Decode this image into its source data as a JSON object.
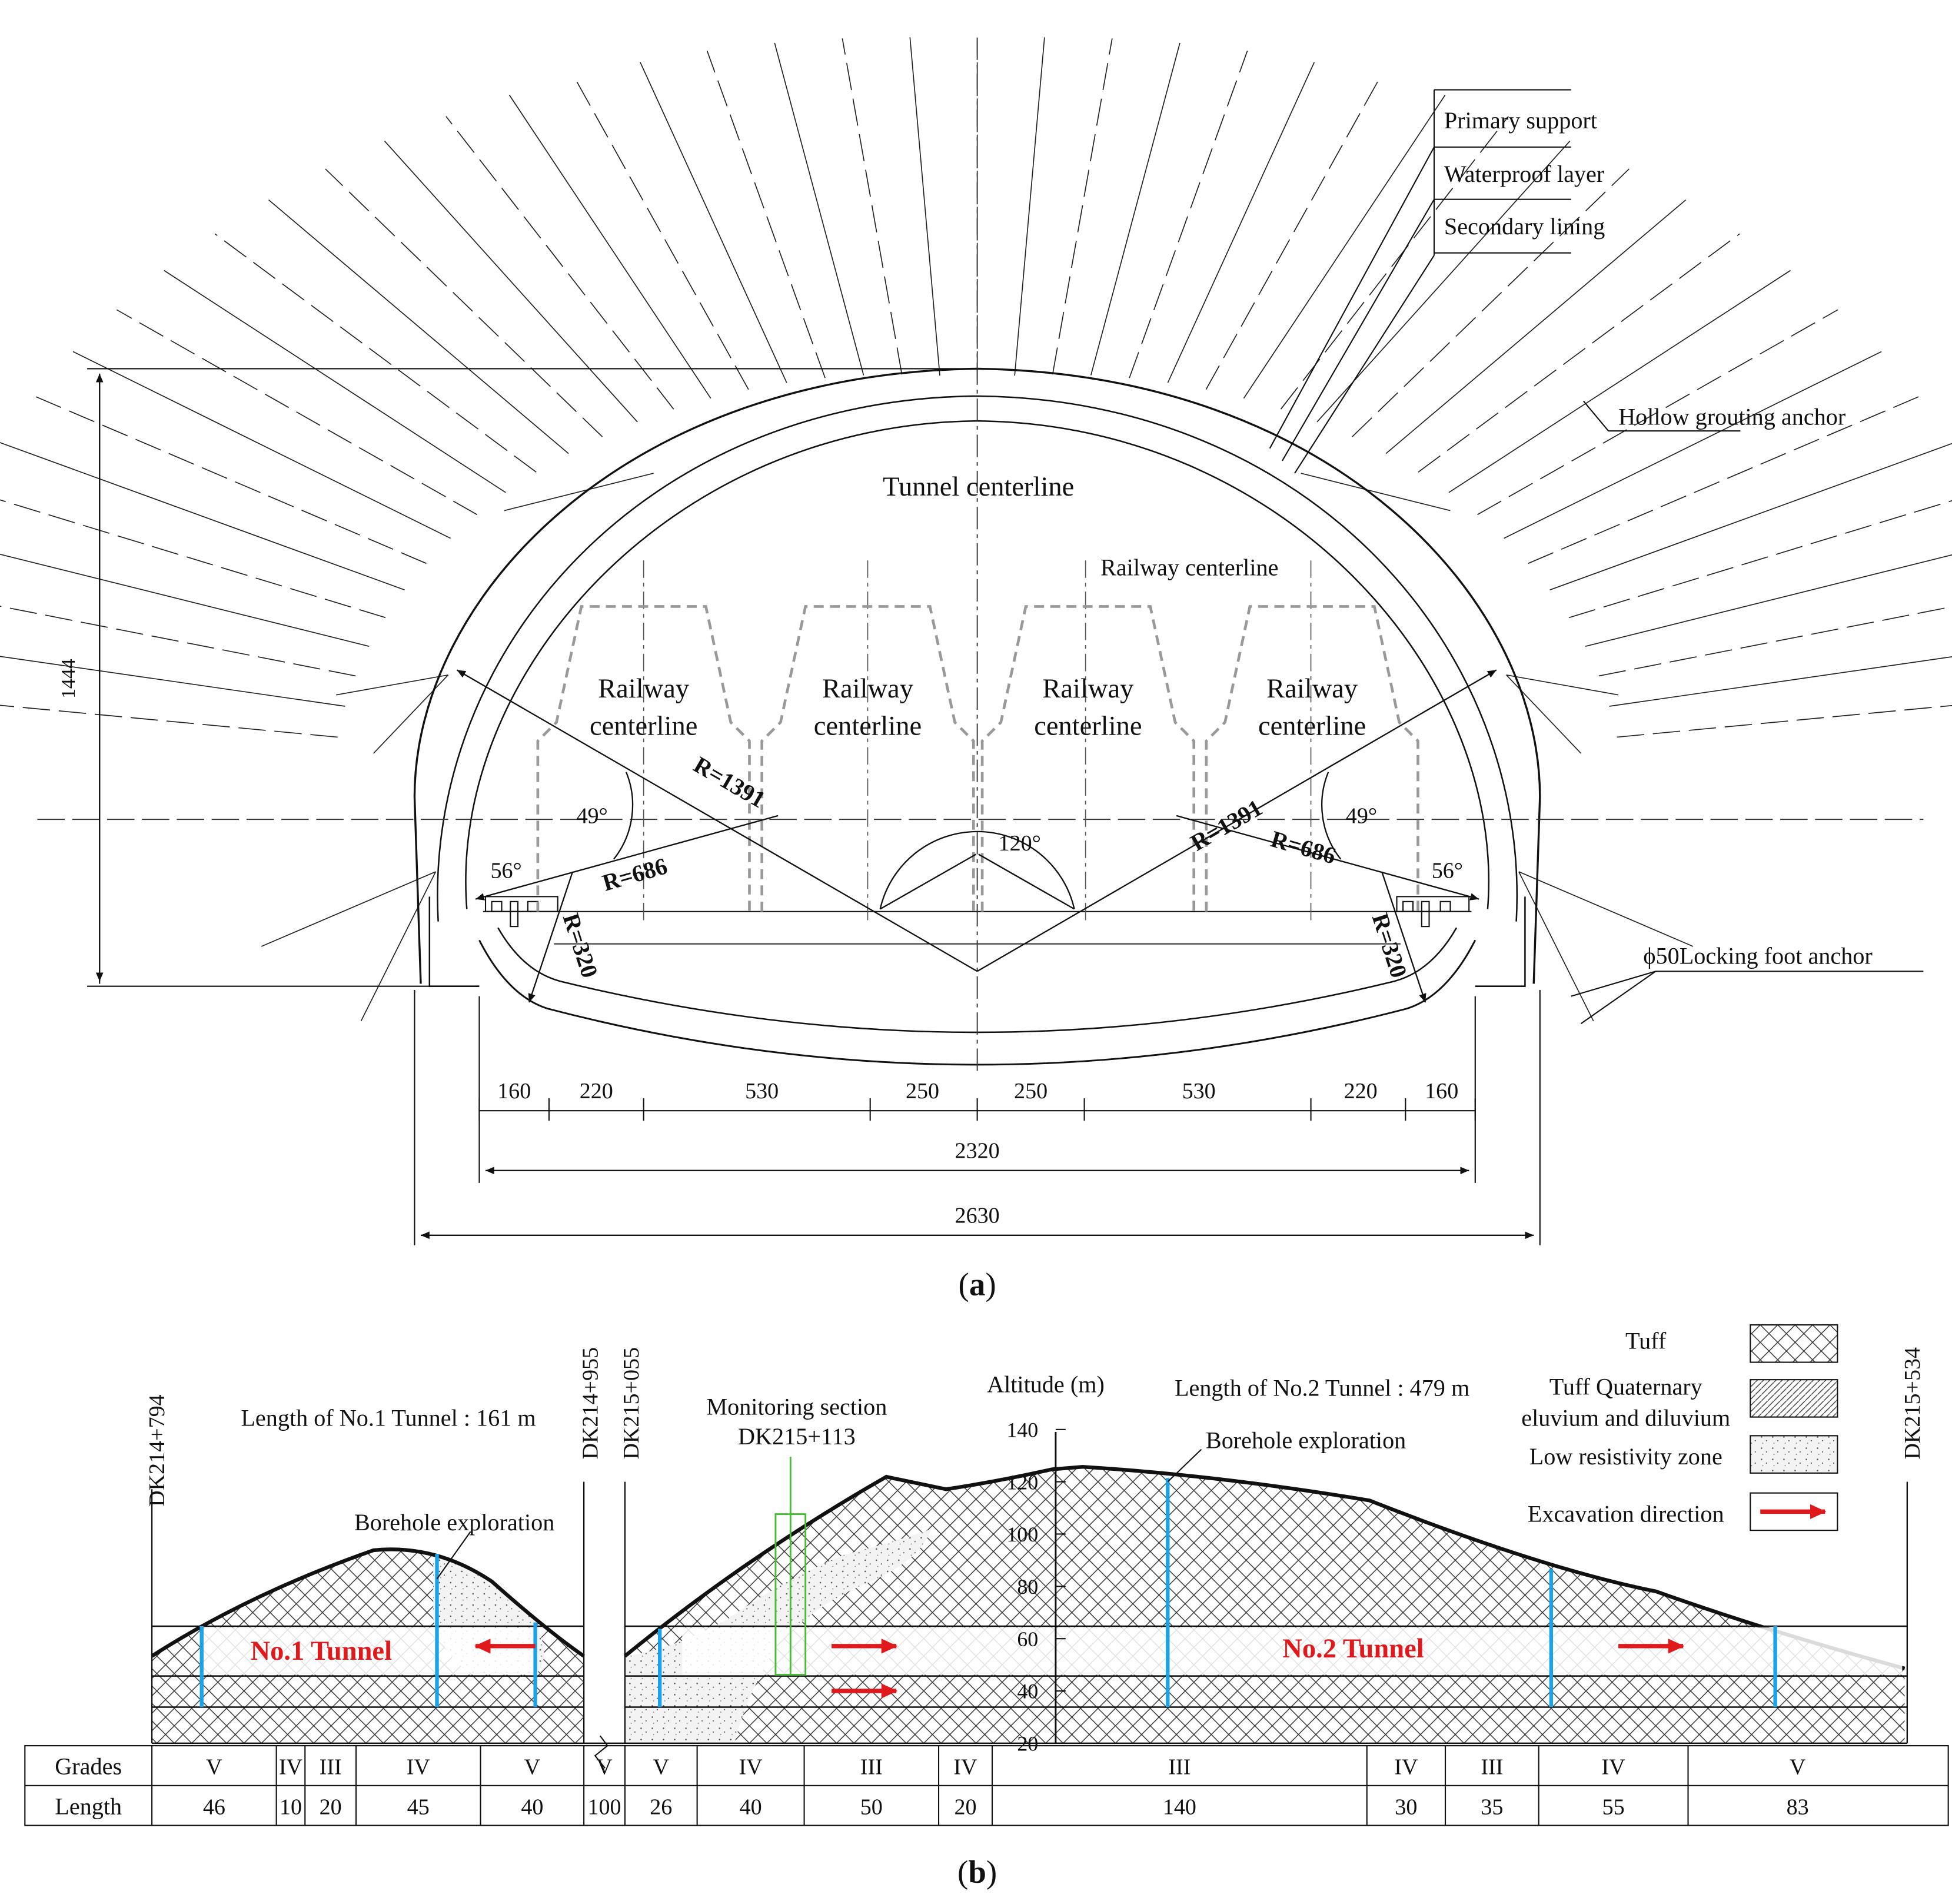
{
  "panel_a": {
    "caption_prefix": "(",
    "caption_letter": "a",
    "caption_suffix": ")",
    "legend": [
      "Primary support",
      "Waterproof layer",
      "Secondary lining"
    ],
    "labels": {
      "hollow_anchor": "Hollow grouting anchor",
      "locking_anchor": "ϕ50Locking foot anchor",
      "tunnel_centerline": "Tunnel centerline",
      "railway_centerline_top": "Railway centerline",
      "railway_line1": "Railway",
      "railway_line2": "centerline"
    },
    "radii": {
      "r_big_left": "R=1391",
      "r_big_right": "R=1391",
      "r_mid_left": "R=686",
      "r_mid_right": "R=686",
      "r_small_left": "R=320",
      "r_small_right": "R=320"
    },
    "angles": {
      "left_49": "49°",
      "right_49": "49°",
      "left_56": "56°",
      "right_56": "56°",
      "center_120": "120°"
    },
    "dimensions": {
      "height": "1444",
      "segments": [
        "160",
        "220",
        "530",
        "250",
        "250",
        "530",
        "220",
        "160"
      ],
      "inner_width": "2320",
      "outer_width": "2630"
    }
  },
  "panel_b": {
    "caption_prefix": "(",
    "caption_letter": "b",
    "caption_suffix": ")",
    "stations": {
      "s1": "DK214+794",
      "s2": "DK214+955",
      "s3": "DK215+055",
      "s4": "DK215+534"
    },
    "tunnel1_length": "Length of No.1 Tunnel : 161 m",
    "tunnel2_length": "Length of No.2 Tunnel : 479 m",
    "monitoring_line1": "Monitoring section",
    "monitoring_line2": "DK215+113",
    "borehole1": "Borehole exploration",
    "borehole2": "Borehole exploration",
    "tunnel1_name": "No.1 Tunnel",
    "tunnel2_name": "No.2 Tunnel",
    "altitude_title": "Altitude (m)",
    "altitude_ticks": [
      "140",
      "120",
      "100",
      "80",
      "60",
      "40",
      "20"
    ],
    "legend": {
      "tuff": "Tuff",
      "quaternary_line1": "Tuff Quaternary",
      "quaternary_line2": "eluvium and diluvium",
      "low_res": "Low resistivity zone",
      "excavation": "Excavation direction"
    },
    "table": {
      "grades_header": "Grades",
      "length_header": "Length",
      "grades": [
        "V",
        "IV",
        "III",
        "IV",
        "V",
        "V",
        "V",
        "IV",
        "III",
        "IV",
        "III",
        "IV",
        "III",
        "IV",
        "V"
      ],
      "lengths": [
        "46",
        "10",
        "20",
        "45",
        "40",
        "100",
        "26",
        "40",
        "50",
        "20",
        "140",
        "30",
        "35",
        "55",
        "83"
      ]
    },
    "colors": {
      "tunnel_label": "#e0191c",
      "arrow": "#e0191c",
      "borehole_line": "#1aa3e8",
      "monitoring": "#4cbb3a"
    }
  }
}
